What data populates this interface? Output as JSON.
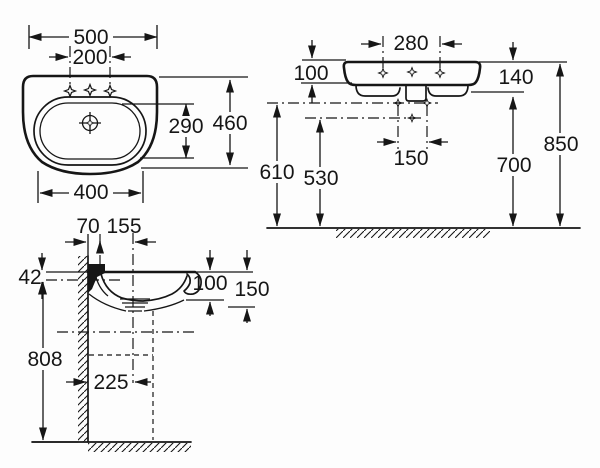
{
  "dims": {
    "plan": {
      "overall_width": "500",
      "tap_spacing": "200",
      "overall_depth": "460",
      "bowl_depth": "290",
      "bottom_width": "400"
    },
    "front": {
      "tap_spacing": "280",
      "rim_to_apron": "100",
      "rim_drop": "140",
      "rim_height": "850",
      "underside_height": "700",
      "fixing_spacing": "150",
      "fixing_height": "610",
      "mid_hole_height": "530"
    },
    "side": {
      "wall_to_tap": "70",
      "tap_to_drain": "155",
      "rim_to_fixing": "42",
      "fixing_floor_height": "808",
      "rim_to_underside": "100",
      "rim_to_apron_bottom": "150",
      "wall_to_drain": "225"
    }
  }
}
